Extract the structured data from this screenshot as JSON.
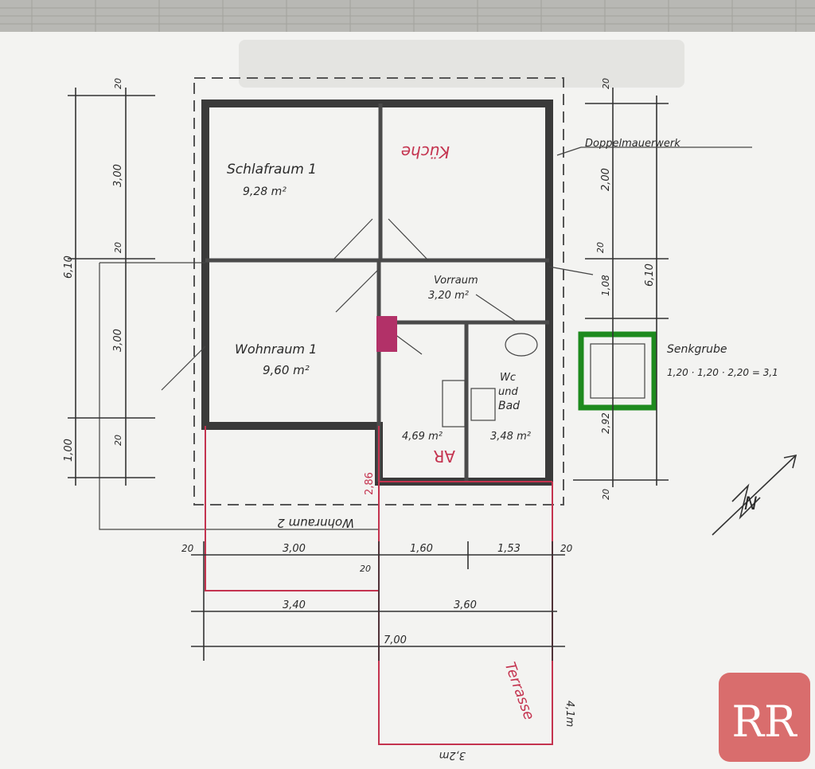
{
  "rooms": {
    "schlafraum_label": "Schlafraum 1",
    "schlafraum_area": "9,28 m²",
    "kueche_label": "Küche",
    "wohnraum_label": "Wohnraum 1",
    "wohnraum_area": "9,60 m²",
    "vorraum_label": "Vorraum",
    "vorraum_area": "3,20 m²",
    "wc_label": "Wc",
    "und_label": "und",
    "bad_label": "Bad",
    "ar_area": "4,69 m²",
    "ar_label": "AR",
    "bad_area": "3,48 m²",
    "wohnraum2_label": "Wohnraum 2",
    "terrasse_label": "Terrasse"
  },
  "annotations": {
    "ziegel": "Doppelmauerwerk",
    "senkgrube_label": "Senkgrube",
    "senkgrube_formula": "1,20 · 1,20 · 2,20 = 3,1",
    "north_label": "N"
  },
  "dimensions": {
    "left_total": "6,10",
    "left_a": "3,00",
    "left_b": "3,00",
    "left_c": "1,00",
    "left_20a": "20",
    "left_20b": "20",
    "left_20c": "20",
    "right_total": "6,10",
    "right_a": "2,00",
    "right_b": "1,08",
    "right_c": "2,92",
    "right_20a": "20",
    "right_20b": "20",
    "right_20c": "20",
    "bottom_20_left": "20",
    "bottom_300": "3,00",
    "bottom_160": "1,60",
    "bottom_153": "1,53",
    "bottom_20_right": "20",
    "bottom_20_mid": "20",
    "bottom_340": "3,40",
    "bottom_360": "3,60",
    "bottom_700": "7,00",
    "extension_height": "2,86",
    "terrasse_height": "4,1m",
    "terrasse_width": "3,2m"
  },
  "logo": {
    "text": "RR"
  },
  "colors": {
    "ink": "#333333",
    "red": "#c4334f",
    "green": "#1e8a1e",
    "logo_bg": "#d96d6d"
  }
}
